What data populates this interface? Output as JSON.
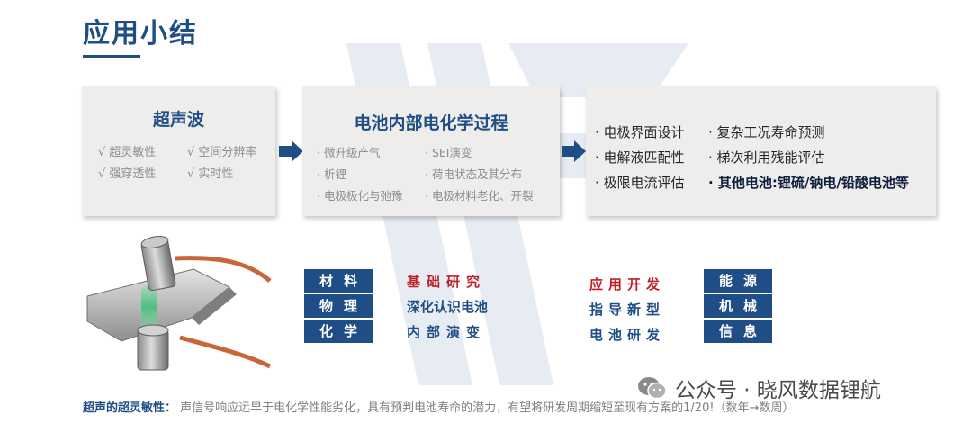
{
  "title": "应用小结",
  "card_ultrasound": {
    "title": "超声波",
    "features": [
      "√ 超灵敏性",
      "√ 空间分辨率",
      "√ 强穿透性",
      "√ 实时性"
    ]
  },
  "card_process": {
    "title": "电池内部电化学过程",
    "items": [
      "· 微升级产气",
      "· SEI演变",
      "· 析锂",
      "· 荷电状态及其分布",
      "· 电极极化与弛豫",
      "· 电极材料老化、开裂"
    ]
  },
  "card_apps": {
    "items": [
      "· 电极界面设计",
      "· 复杂工况寿命预测",
      "· 电解液匹配性",
      "· 梯次利用残能评估",
      "· 极限电流评估",
      "· 其他电池:锂硫/钠电/铅酸电池等"
    ]
  },
  "bottom_left": {
    "labels": [
      "材料",
      "物理",
      "化学"
    ],
    "phrases": [
      "基础研究",
      "深化认识电池",
      "内部演变"
    ]
  },
  "bottom_right": {
    "phrases": [
      "应用开发",
      "指导新型",
      "电池研发"
    ],
    "labels": [
      "能源",
      "机械",
      "信息"
    ]
  },
  "brand": {
    "text": "公众号 · 晓风数据锂航"
  },
  "footer": {
    "label": "超声的超灵敏性：",
    "text": "声信号响应远早于电化学性能劣化，具有预判电池寿命的潜力，有望将研发周期缩短至现有方案的1/20!（数年→数周）"
  },
  "colors": {
    "brand_blue": "#1f4e86",
    "accent_red": "#c0202a",
    "card_bg": "#efedeb"
  },
  "icons": [
    "right-arrow-icon",
    "wechat-icon"
  ]
}
